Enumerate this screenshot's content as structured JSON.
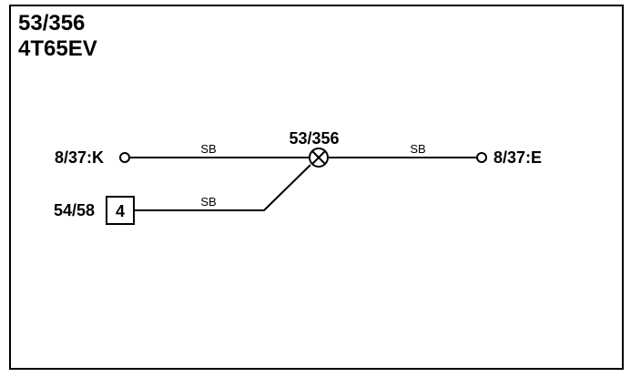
{
  "header": {
    "line1": "53/356",
    "line2": "4T65EV"
  },
  "diagram": {
    "splice_label": "53/356",
    "left_top_connector": "8/37:K",
    "right_connector": "8/37:E",
    "left_bottom_connector": "54/58",
    "left_bottom_pin": "4",
    "wire_left_top_color": "SB",
    "wire_right_color": "SB",
    "wire_bottom_color": "SB"
  }
}
